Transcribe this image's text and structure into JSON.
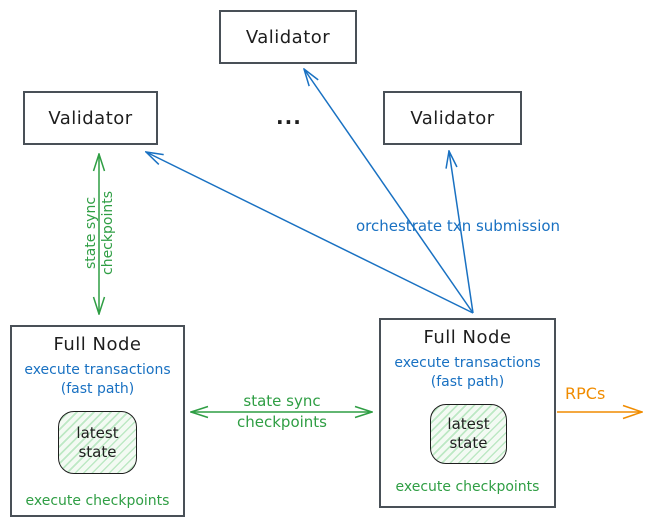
{
  "colors": {
    "blue": "#1971c2",
    "green": "#2f9e44",
    "orange": "#f08c00",
    "box_border": "#495057",
    "text": "#1e1e1e"
  },
  "nodes": {
    "validator_top": {
      "label": "Validator"
    },
    "validator_left": {
      "label": "Validator"
    },
    "validator_right": {
      "label": "Validator"
    },
    "validators_ellipsis": "...",
    "full_node_left": {
      "title": "Full Node",
      "execute_transactions": "execute transactions",
      "fast_path": "(fast path)",
      "latest_state": "latest\nstate",
      "execute_checkpoints": "execute checkpoints"
    },
    "full_node_right": {
      "title": "Full Node",
      "execute_transactions": "execute transactions",
      "fast_path": "(fast path)",
      "latest_state": "latest\nstate",
      "execute_checkpoints": "execute checkpoints"
    }
  },
  "edges": {
    "state_sync_left": {
      "line1": "state sync",
      "line2": "checkpoints"
    },
    "state_sync_middle": {
      "line1": "state sync",
      "line2": "checkpoints"
    },
    "orchestrate": {
      "label": "orchestrate txn submission"
    },
    "rpcs": {
      "label": "RPCs"
    }
  }
}
